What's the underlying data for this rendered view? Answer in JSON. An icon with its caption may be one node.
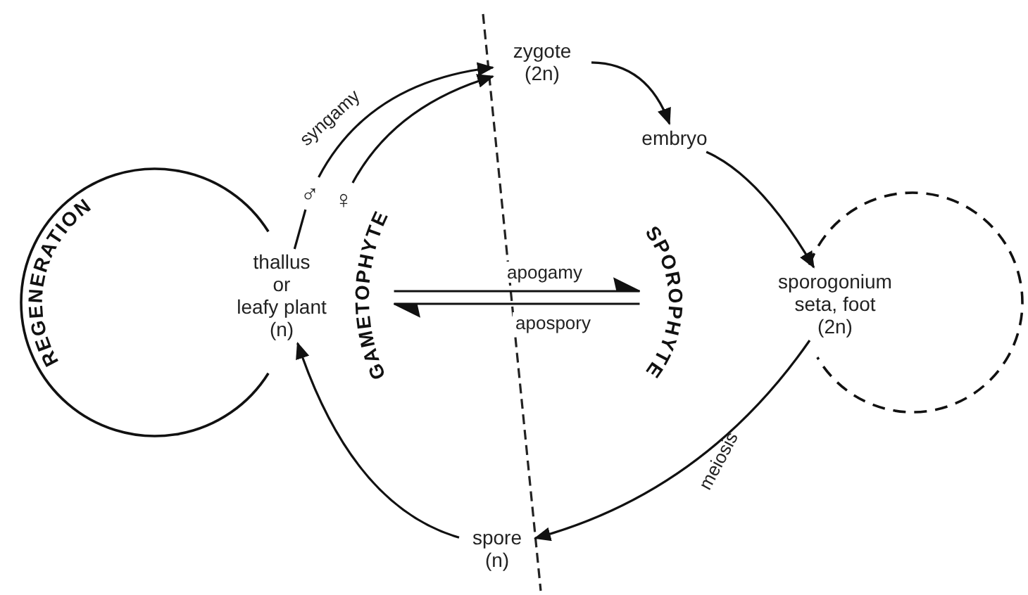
{
  "diagram": {
    "nodes": [
      {
        "text": [
          "zygote (2n)"
        ]
      },
      {
        "text": [
          "♂"
        ]
      },
      {
        "text": [
          "♀"
        ]
      },
      {
        "text": [
          "embryo"
        ]
      },
      {
        "text": [
          "REGENERATION"
        ]
      },
      {
        "text": [
          "thallus or leafy plant (n)"
        ]
      },
      {
        "text": [
          "sporogonium seta, foot (2n)"
        ]
      },
      {
        "text": [],
        "shape": "circle"
      },
      {
        "text": [
          "spore (n)"
        ]
      },
      {
        "text": [
          "GAMETOPHYTE"
        ]
      },
      {
        "text": [
          "SPOROPHYTE"
        ]
      }
    ],
    "edges": [
      {
        "from": 1,
        "to": 0,
        "arrow": "to",
        "label": "syngamy"
      },
      {
        "from": 2,
        "to": 0,
        "arrow": "to"
      },
      {
        "from": 5,
        "to": 1,
        "arrow": "none"
      },
      {
        "from": 0,
        "to": 3,
        "arrow": "to"
      },
      {
        "from": 3,
        "to": 6,
        "arrow": "to"
      },
      {
        "from": 6,
        "to": 8,
        "arrow": "to",
        "label": "meiosis"
      },
      {
        "from": 8,
        "to": 5,
        "arrow": "to"
      },
      {
        "from": 9,
        "to": 10,
        "arrow": "to",
        "label": "apogamy"
      },
      {
        "from": 10,
        "to": 9,
        "arrow": "to",
        "label": "apospory"
      }
    ]
  }
}
